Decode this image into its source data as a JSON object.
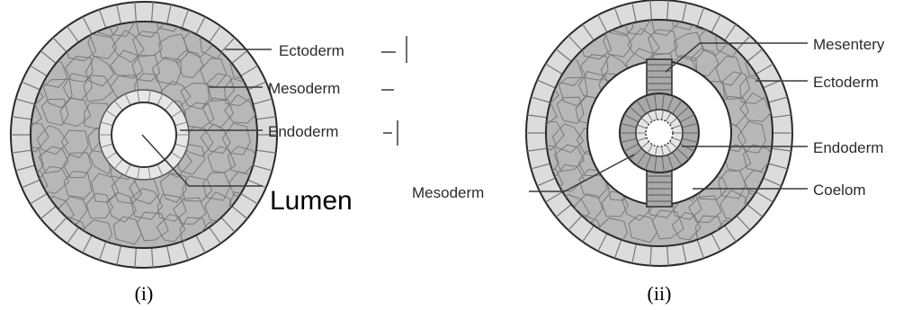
{
  "colors": {
    "ectoderm_fill": "#dcdcdc",
    "mesoderm_fill": "#b7b7b7",
    "endoderm_fill": "#e6e6e6",
    "cell_lines": "#7a7a7a",
    "outline": "#2a2a2a"
  },
  "diagram_i": {
    "caption": "(i)",
    "labels": {
      "ectoderm": "Ectoderm",
      "mesoderm": "Mesoderm",
      "endoderm": "Endoderm",
      "lumen": "Lumen"
    }
  },
  "diagram_ii": {
    "caption": "(ii)",
    "labels": {
      "mesentery": "Mesentery",
      "ectoderm": "Ectoderm",
      "endoderm": "Endoderm",
      "coelom": "Coelom",
      "mesoderm": "Mesoderm"
    }
  }
}
